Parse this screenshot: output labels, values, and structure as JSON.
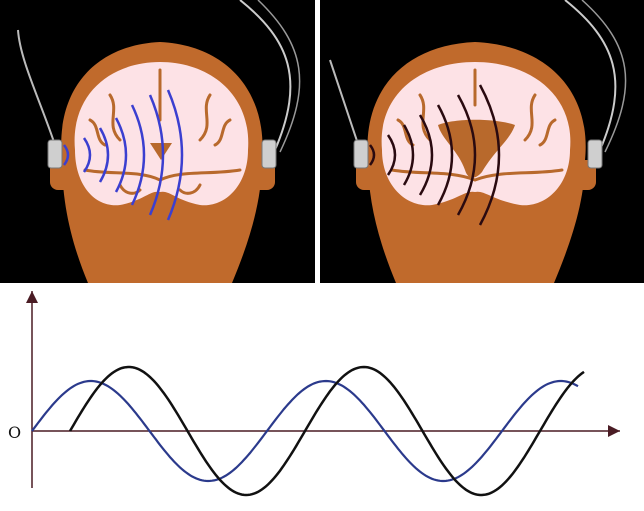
{
  "graph": {
    "origin_label": "O",
    "colors": {
      "axis": "#4a1c24",
      "wave_a": "#2b3a8c",
      "wave_b": "#111111"
    }
  },
  "panels": {
    "left": {
      "wave_color": "#3b3fd0",
      "ventricle": "small"
    },
    "right": {
      "wave_color": "#2a0a10",
      "ventricle": "enlarged"
    },
    "colors": {
      "background": "#000000",
      "skin": "#c06a2c",
      "brain": "#fde2e6",
      "sulci": "#b8692c",
      "probe": "#cfcfcf"
    }
  }
}
